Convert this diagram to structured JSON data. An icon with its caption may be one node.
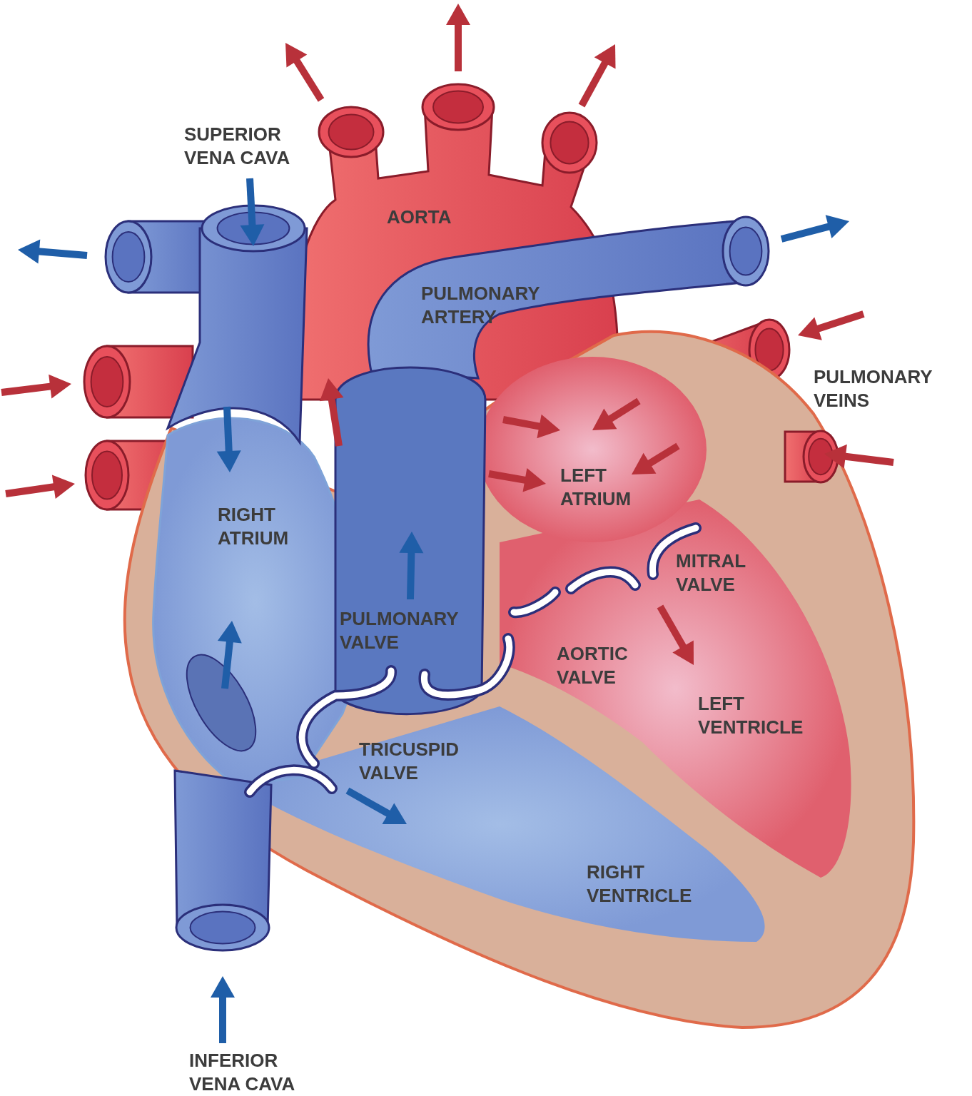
{
  "diagram": {
    "labels": [
      "SUPERIOR VENA CAVA",
      "AORTA",
      "PULMONARY ARTERY",
      "PULMONARY VEINS",
      "LEFT ATRIUM",
      "RIGHT ATRIUM",
      "MITRAL VALVE",
      "PULMONARY VALVE",
      "AORTIC VALVE",
      "LEFT VENTRICLE",
      "TRICUSPID VALVE",
      "RIGHT VENTRICLE",
      "INFERIOR VENA CAVA"
    ]
  }
}
